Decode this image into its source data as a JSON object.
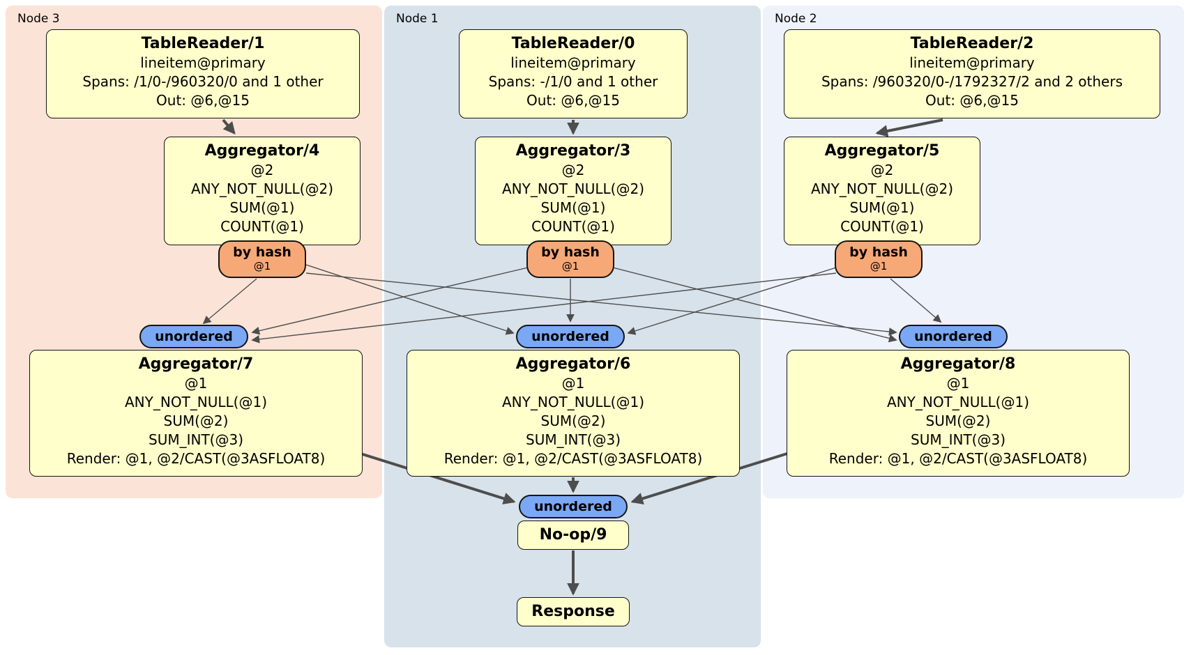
{
  "diagram": {
    "panels": [
      {
        "label": "Node 3"
      },
      {
        "label": "Node 1"
      },
      {
        "label": "Node 2"
      }
    ],
    "processors": {
      "tr1": {
        "title": "TableReader/1",
        "lines": [
          "lineitem@primary",
          "Spans: /1/0-/960320/0 and 1 other",
          "Out: @6,@15"
        ]
      },
      "tr0": {
        "title": "TableReader/0",
        "lines": [
          "lineitem@primary",
          "Spans: -/1/0 and 1 other",
          "Out: @6,@15"
        ]
      },
      "tr2": {
        "title": "TableReader/2",
        "lines": [
          "lineitem@primary",
          "Spans: /960320/0-/1792327/2 and 2 others",
          "Out: @6,@15"
        ]
      },
      "agg4": {
        "title": "Aggregator/4",
        "lines": [
          "@2",
          "ANY_NOT_NULL(@2)",
          "SUM(@1)",
          "COUNT(@1)"
        ]
      },
      "agg3": {
        "title": "Aggregator/3",
        "lines": [
          "@2",
          "ANY_NOT_NULL(@2)",
          "SUM(@1)",
          "COUNT(@1)"
        ]
      },
      "agg5": {
        "title": "Aggregator/5",
        "lines": [
          "@2",
          "ANY_NOT_NULL(@2)",
          "SUM(@1)",
          "COUNT(@1)"
        ]
      },
      "agg7": {
        "title": "Aggregator/7",
        "lines": [
          "@1",
          "ANY_NOT_NULL(@1)",
          "SUM(@2)",
          "SUM_INT(@3)",
          "Render: @1, @2/CAST(@3ASFLOAT8)"
        ]
      },
      "agg6": {
        "title": "Aggregator/6",
        "lines": [
          "@1",
          "ANY_NOT_NULL(@1)",
          "SUM(@2)",
          "SUM_INT(@3)",
          "Render: @1, @2/CAST(@3ASFLOAT8)"
        ]
      },
      "agg8": {
        "title": "Aggregator/8",
        "lines": [
          "@1",
          "ANY_NOT_NULL(@1)",
          "SUM(@2)",
          "SUM_INT(@3)",
          "Render: @1, @2/CAST(@3ASFLOAT8)"
        ]
      },
      "noop": {
        "title": "No-op/9"
      },
      "response": {
        "title": "Response"
      }
    },
    "router": {
      "label": "by hash",
      "sub": "@1"
    },
    "sync": {
      "label": "unordered"
    },
    "colors": {
      "panel_node3": "#fbe3d7",
      "panel_node1": "#d7e2ea",
      "panel_node2": "#edf2fb",
      "processor_fill": "#ffffcc",
      "router_fill": "#f7a877",
      "sync_fill": "#7aa8f5",
      "edge": "#4d4d4d"
    }
  }
}
